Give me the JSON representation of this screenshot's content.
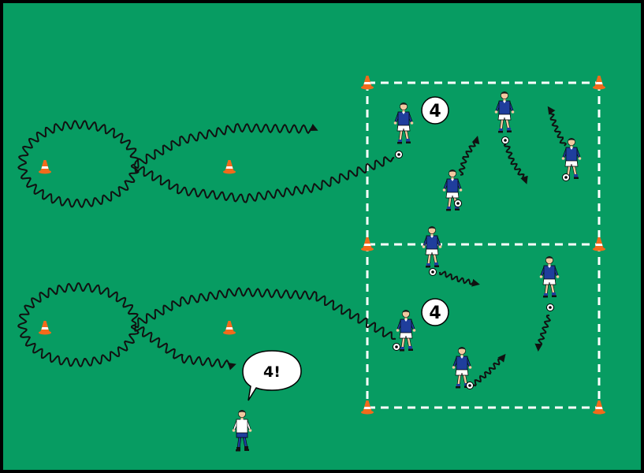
{
  "field": {
    "grass_color": "#079C62",
    "border_color": "#000000",
    "line_color": "#FFFFFF"
  },
  "colors": {
    "shirt": "#1F3E9C",
    "shorts": "#FFFFFF",
    "skin": "#F2C9A0",
    "hair": "#1A1A1A",
    "cone": "#F26A1B",
    "cone_stripe": "#FFFFFF",
    "coach_shirt": "#FFFFFF",
    "coach_pants": "#1F3E9C",
    "path": "#111111"
  },
  "zones": [
    {
      "id": "top-zone",
      "count_label": "4"
    },
    {
      "id": "bottom-zone",
      "count_label": "4"
    }
  ],
  "coach": {
    "callout": "4!"
  },
  "icons": {
    "cone": "training-cone-icon",
    "ball": "soccer-ball-icon",
    "player": "player-icon",
    "coach": "coach-icon",
    "arrow": "dribble-arrow-icon"
  }
}
